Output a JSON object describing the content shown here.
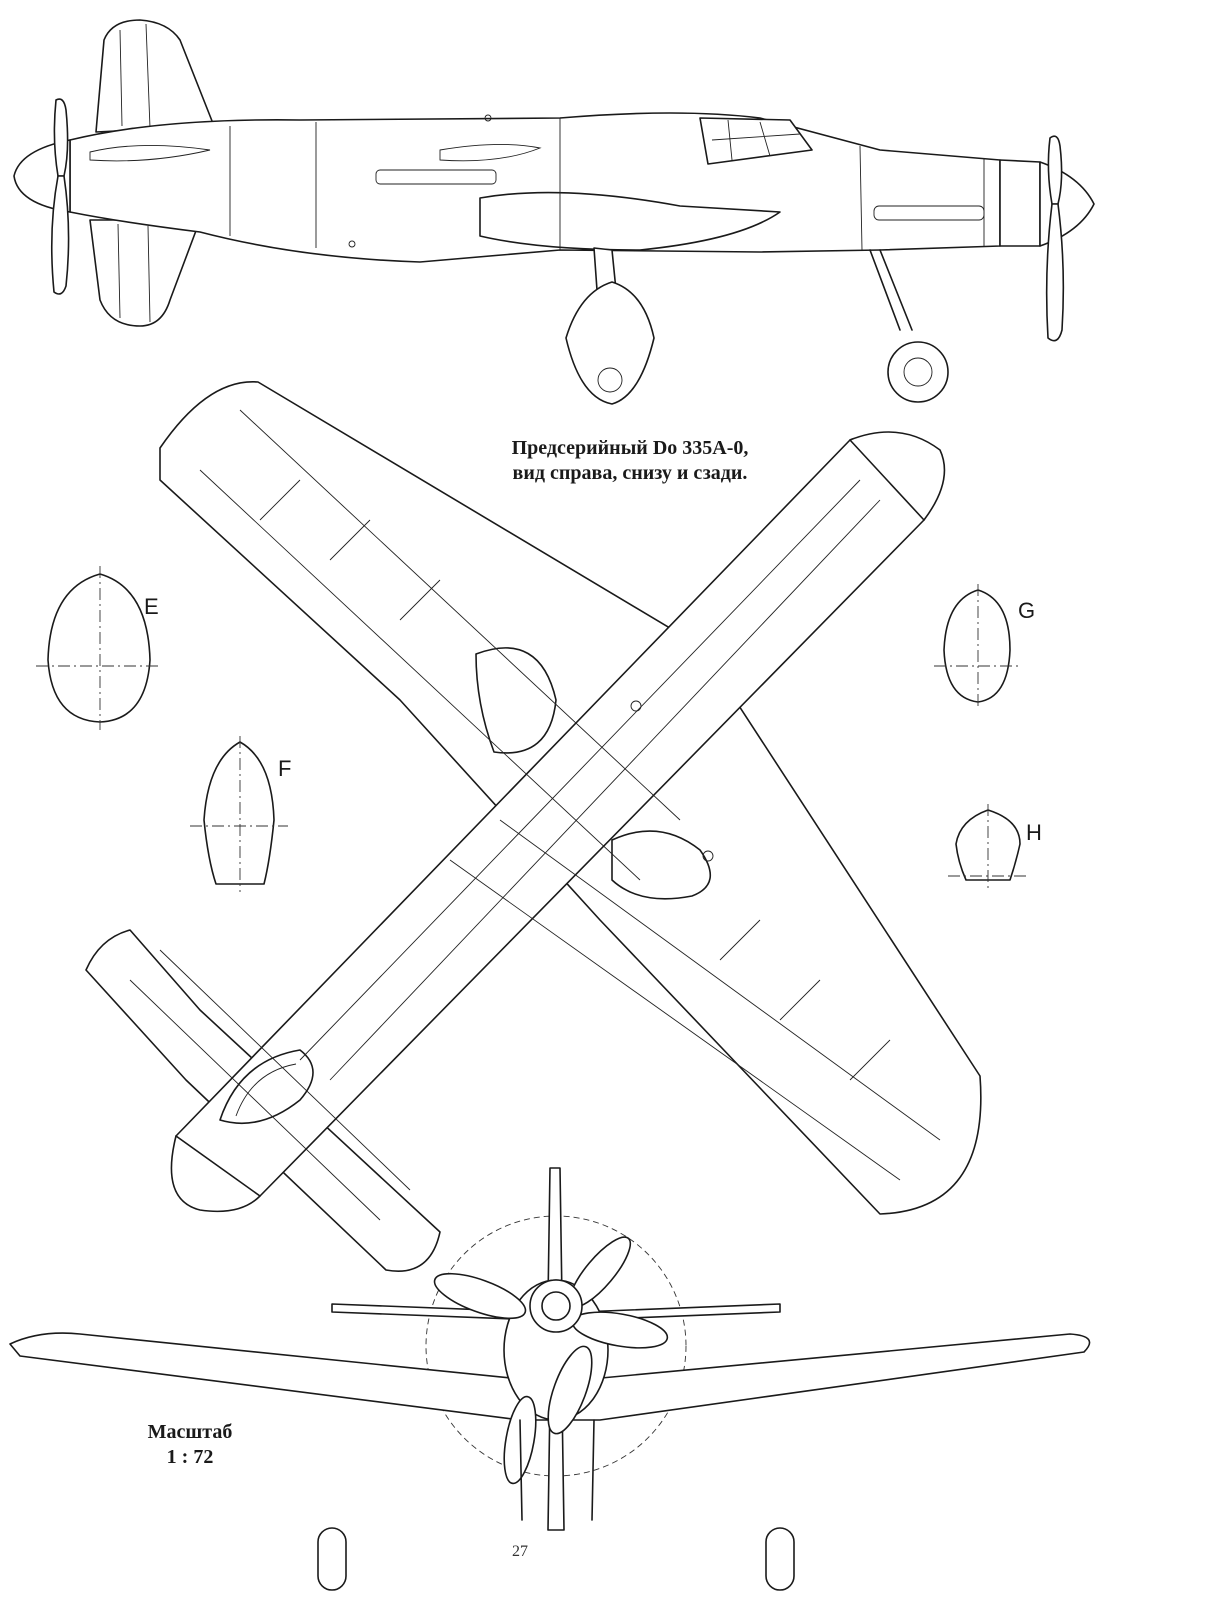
{
  "caption": {
    "line1": "Предсерийный Do 335A-0,",
    "line2": "вид справа, снизу и сзади."
  },
  "sections": {
    "e": "E",
    "f": "F",
    "g": "G",
    "h": "H"
  },
  "scale": {
    "label": "Масштаб",
    "value": "1 : 72"
  },
  "page_number": "27",
  "colors": {
    "ink": "#1a1a1a",
    "paper": "#ffffff"
  }
}
